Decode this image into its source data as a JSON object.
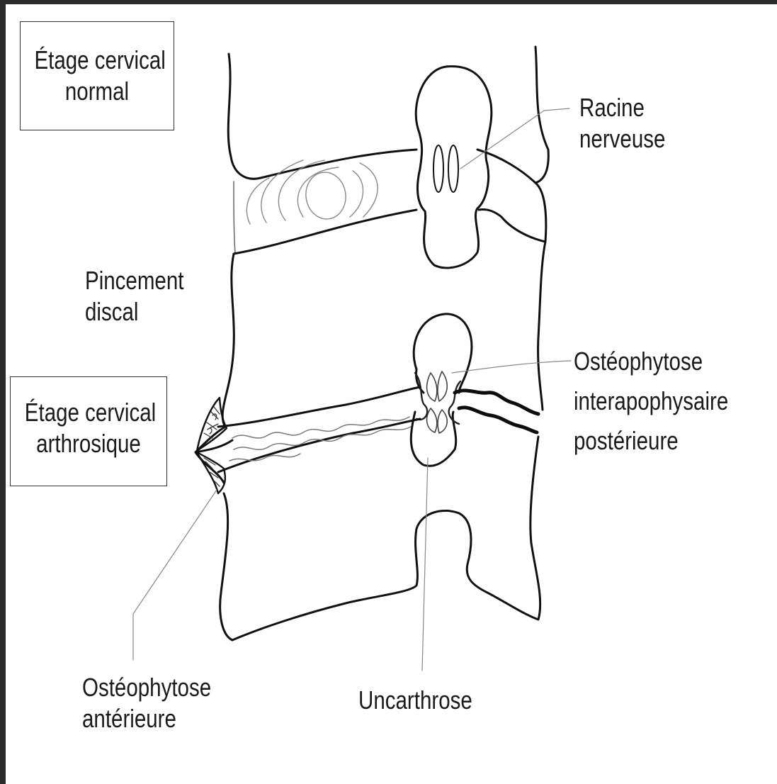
{
  "labels": {
    "normal_stage": [
      "Étage cervical",
      "normal"
    ],
    "arthrosic_stage": [
      "Étage cervical",
      "arthrosique"
    ],
    "disc_pinching": [
      "Pincement",
      "discal"
    ],
    "nerve_root": [
      "Racine",
      "nerveuse"
    ],
    "posterior_osteophytosis": [
      "Ostéophytose",
      "interapophysaire",
      "postérieure"
    ],
    "anterior_osteophytosis": [
      "Ostéophytose",
      "antérieure"
    ],
    "uncarthrosis": [
      "Uncarthrose"
    ]
  }
}
